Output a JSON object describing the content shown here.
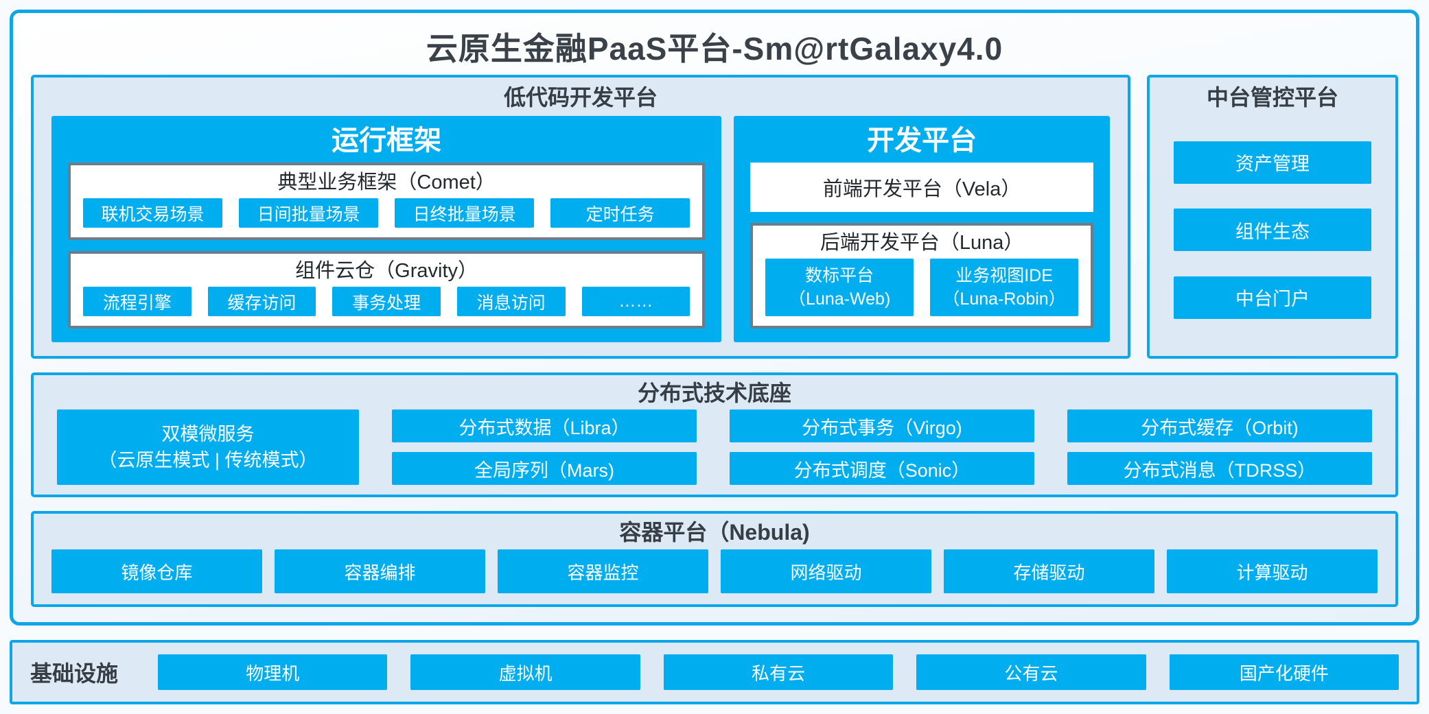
{
  "title": "云原生金融PaaS平台-Sm@rtGalaxy4.0",
  "appearance": {
    "accent_blue": "#00AEEF",
    "panel_border_blue": "#0EA6E6",
    "panel_bg": "#DDE9F5",
    "box_border_gray": "#6E7C89",
    "dark_text": "#363D44",
    "white_text": "#FFFFFF"
  },
  "low_code": {
    "title": "低代码开发平台",
    "runtime": {
      "title": "运行框架",
      "comet": {
        "title": "典型业务框架（Comet）",
        "items": [
          "联机交易场景",
          "日间批量场景",
          "日终批量场景",
          "定时任务"
        ]
      },
      "gravity": {
        "title": "组件云仓（Gravity）",
        "items": [
          "流程引擎",
          "缓存访问",
          "事务处理",
          "消息访问",
          "……"
        ]
      }
    },
    "dev": {
      "title": "开发平台",
      "vela": "前端开发平台（Vela）",
      "luna": {
        "title": "后端开发平台（Luna）",
        "items": [
          {
            "line1": "数标平台",
            "line2": "（Luna-Web)"
          },
          {
            "line1": "业务视图IDE",
            "line2": "（Luna-Robin）"
          }
        ]
      }
    }
  },
  "midplatform": {
    "title": "中台管控平台",
    "items": [
      "资产管理",
      "组件生态",
      "中台门户"
    ]
  },
  "distributed": {
    "title": "分布式技术底座",
    "dual": {
      "line1": "双模微服务",
      "line2": "（云原生模式 | 传统模式）"
    },
    "grid": [
      "分布式数据（Libra）",
      "分布式事务（Virgo)",
      "分布式缓存（Orbit)",
      "全局序列（Mars)",
      "分布式调度（Sonic）",
      "分布式消息（TDRSS）"
    ]
  },
  "container": {
    "title": "容器平台（Nebula)",
    "items": [
      "镜像仓库",
      "容器编排",
      "容器监控",
      "网络驱动",
      "存储驱动",
      "计算驱动"
    ]
  },
  "infra": {
    "title": "基础设施",
    "items": [
      "物理机",
      "虚拟机",
      "私有云",
      "公有云",
      "国产化硬件"
    ]
  }
}
